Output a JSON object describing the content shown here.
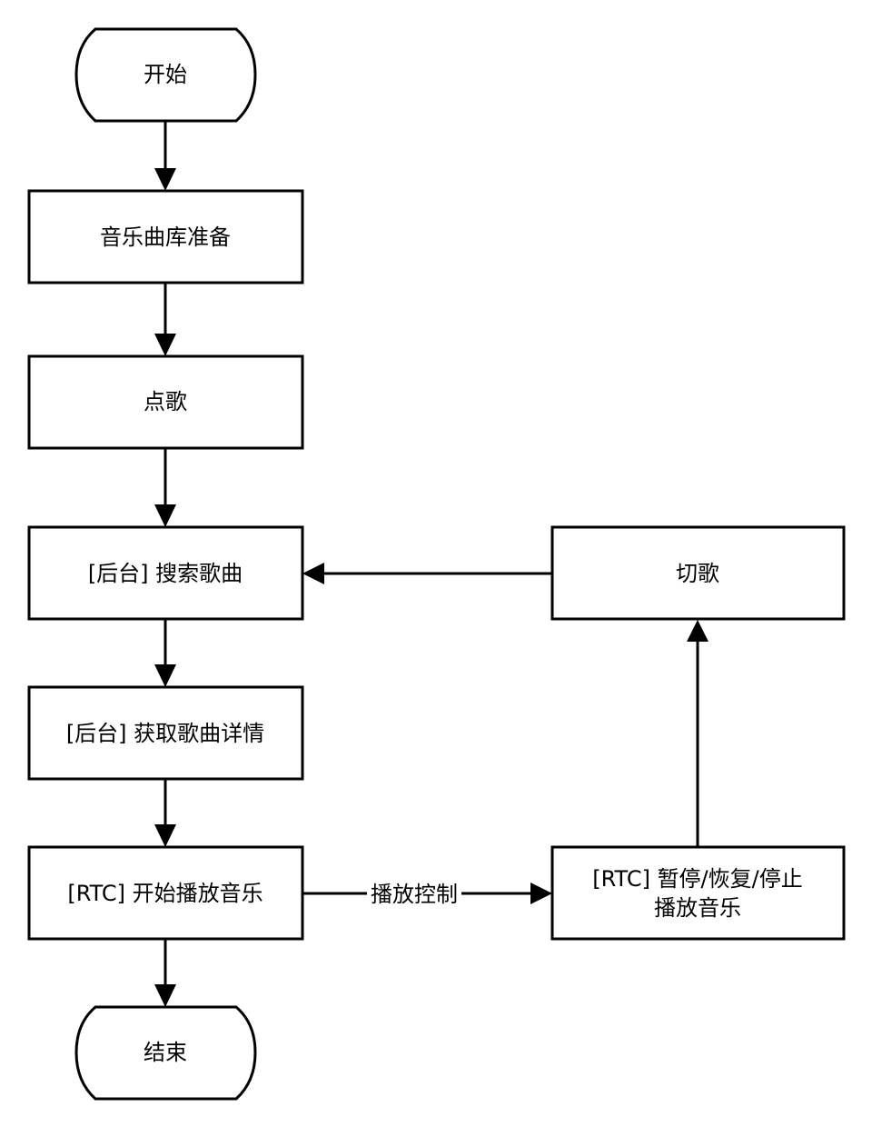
{
  "diagram": {
    "nodes": {
      "start": {
        "label": "开始"
      },
      "prepare": {
        "label": "音乐曲库准备"
      },
      "request": {
        "label": "点歌"
      },
      "search": {
        "label": "[后台] 搜索歌曲"
      },
      "detail": {
        "label": "[后台] 获取歌曲详情"
      },
      "play": {
        "label": "[RTC] 开始播放音乐"
      },
      "end": {
        "label": "结束"
      },
      "switch": {
        "label": "切歌"
      },
      "control": {
        "line1": "[RTC] 暂停/恢复/停止",
        "line2": "播放音乐"
      }
    },
    "edges": {
      "play_to_control": {
        "label": "播放控制"
      }
    }
  }
}
